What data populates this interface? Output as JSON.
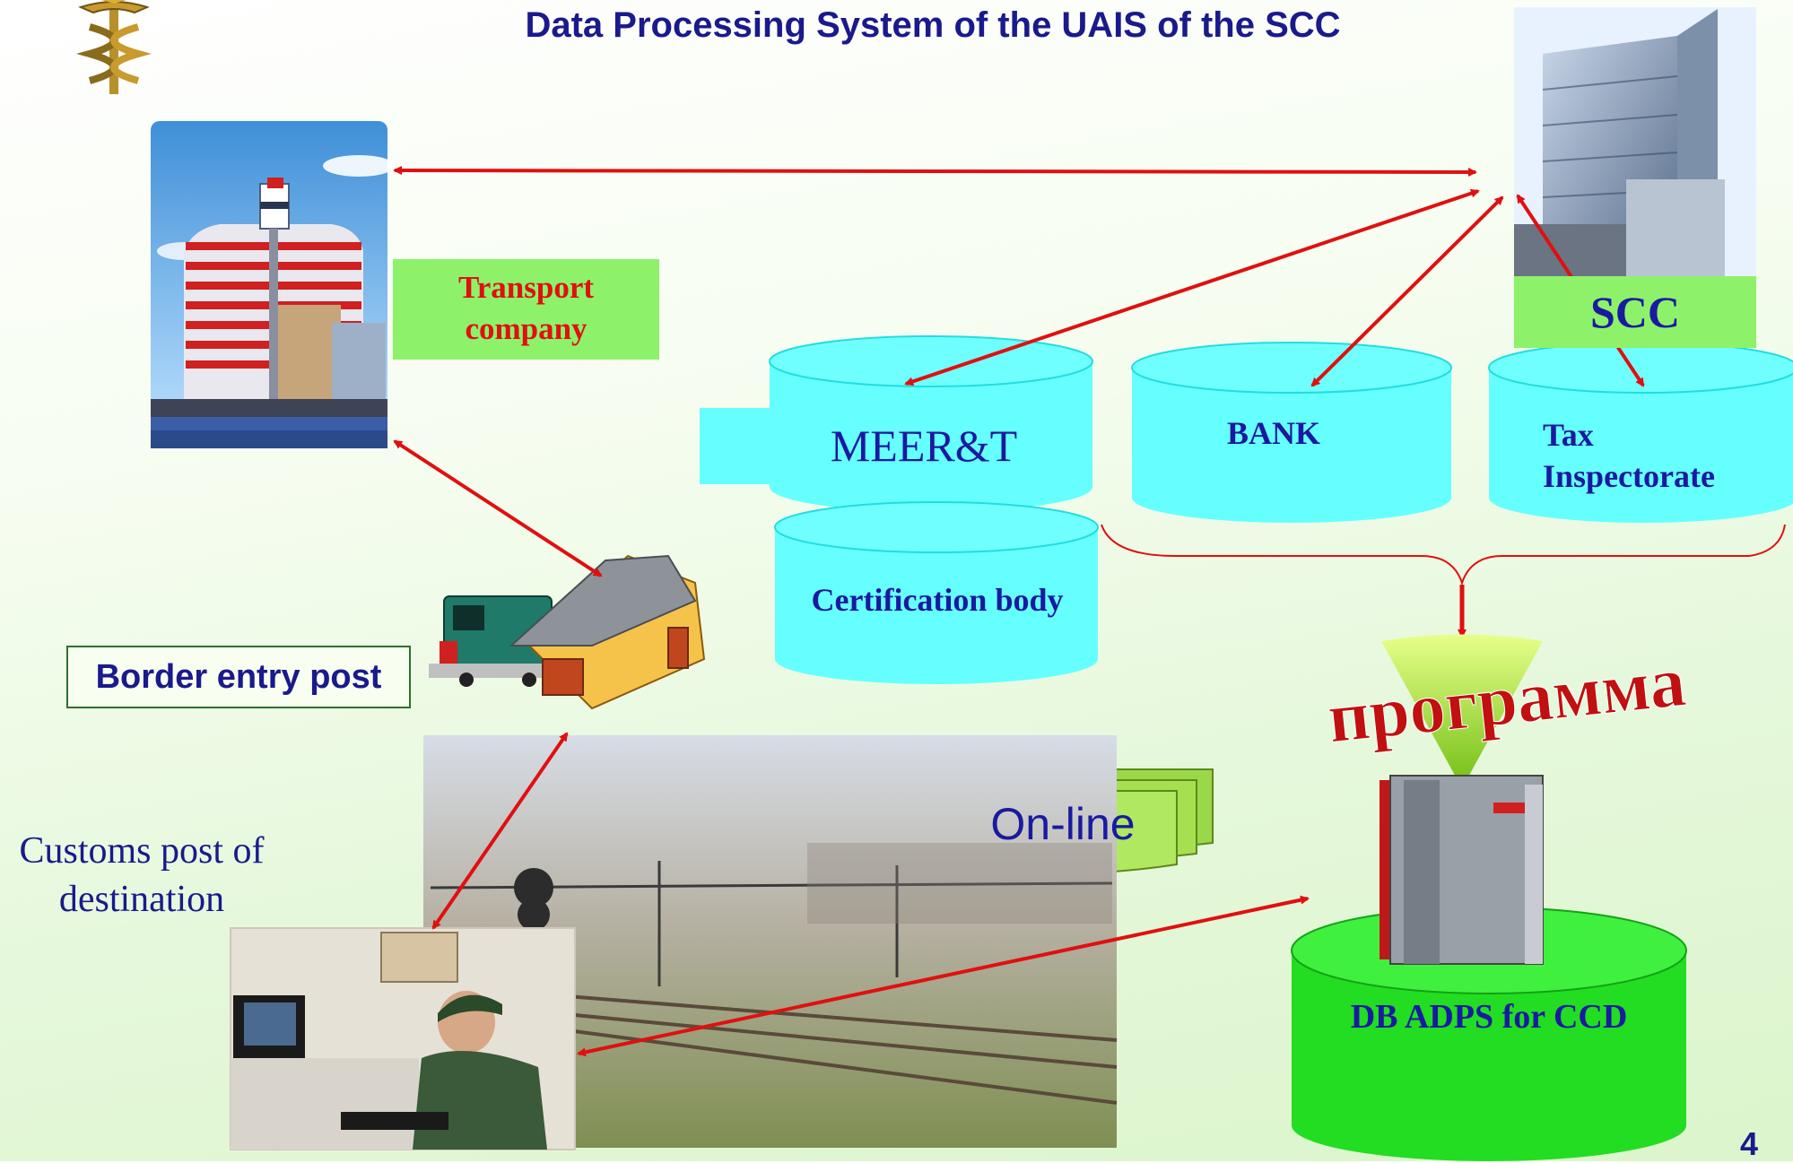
{
  "title": "Data Processing System of the UAIS of the SCC",
  "nodes": {
    "transport_company": "Transport\ncompany",
    "scc": "SCC",
    "meert": "MEER&T",
    "bank": "BANK",
    "tax": "Tax\nInspectorate",
    "certification": "Certification body",
    "border_post": "Border entry post",
    "customs_post": "Customs post of\ndestination",
    "online": "On-line",
    "programma": "программа",
    "db": "DB ADPS for CCD"
  },
  "page_number": "4",
  "colors": {
    "title": "#1a1a8c",
    "arrow": "#e01010",
    "cyan_db": "#66ffff",
    "green_db": "#22dd22",
    "label_green": "#8df26a"
  },
  "icons": [
    "caduceus-emblem",
    "office-building-illustration",
    "scc-building-photo",
    "locomotive-icon",
    "house-icon",
    "server-icon",
    "customs-officer-photo",
    "railway-photo"
  ]
}
